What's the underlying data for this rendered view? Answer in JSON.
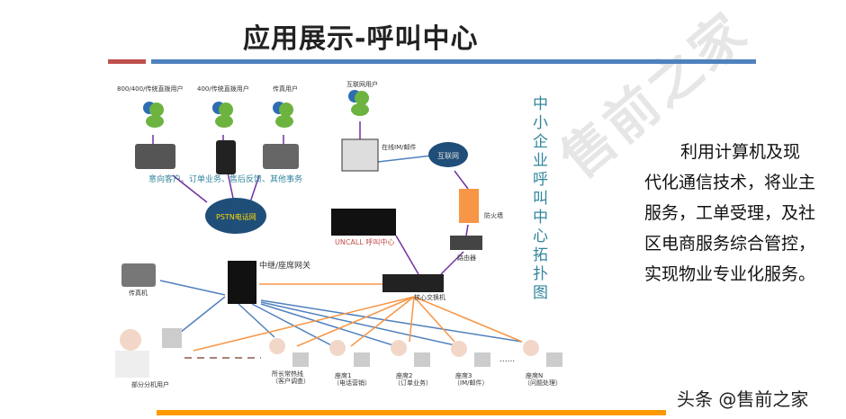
{
  "slide": {
    "title": "应用展示-呼叫中心",
    "description": "利用计算机及现代化通信技术，将业主服务，工单受理，及社区电商服务综合管控，实现物业专业化服务。",
    "watermark": "售前之家",
    "footer": "头条 @售前之家"
  },
  "diagram": {
    "vertical_title": "中小企业呼叫中心拓扑图",
    "users": [
      "800/400/传统直拨用户",
      "400/传统直拨用户",
      "传真用户",
      "互联网用户"
    ],
    "services_label": "意向客户、订单业务、售后反馈、其他事务",
    "im_label": "在线IM/邮件",
    "internet": "互联网",
    "pstn": "PSTN电话网",
    "callcenter": "UNCALL 呼叫中心",
    "firewall": "防火墙",
    "router": "路由器",
    "gateway": "中继/座席网关",
    "fax": "传真机",
    "switch": "核心交换机",
    "ext_users": "部分分机用户",
    "dots": "......",
    "agents": [
      {
        "name": "所长常热线",
        "role": "（客户调查）"
      },
      {
        "name": "座席1",
        "role": "（电话营销）"
      },
      {
        "name": "座席2",
        "role": "（订单业务）"
      },
      {
        "name": "座席3",
        "role": "（IM/邮件）"
      },
      {
        "name": "座席N",
        "role": "（问题处理）"
      }
    ]
  }
}
